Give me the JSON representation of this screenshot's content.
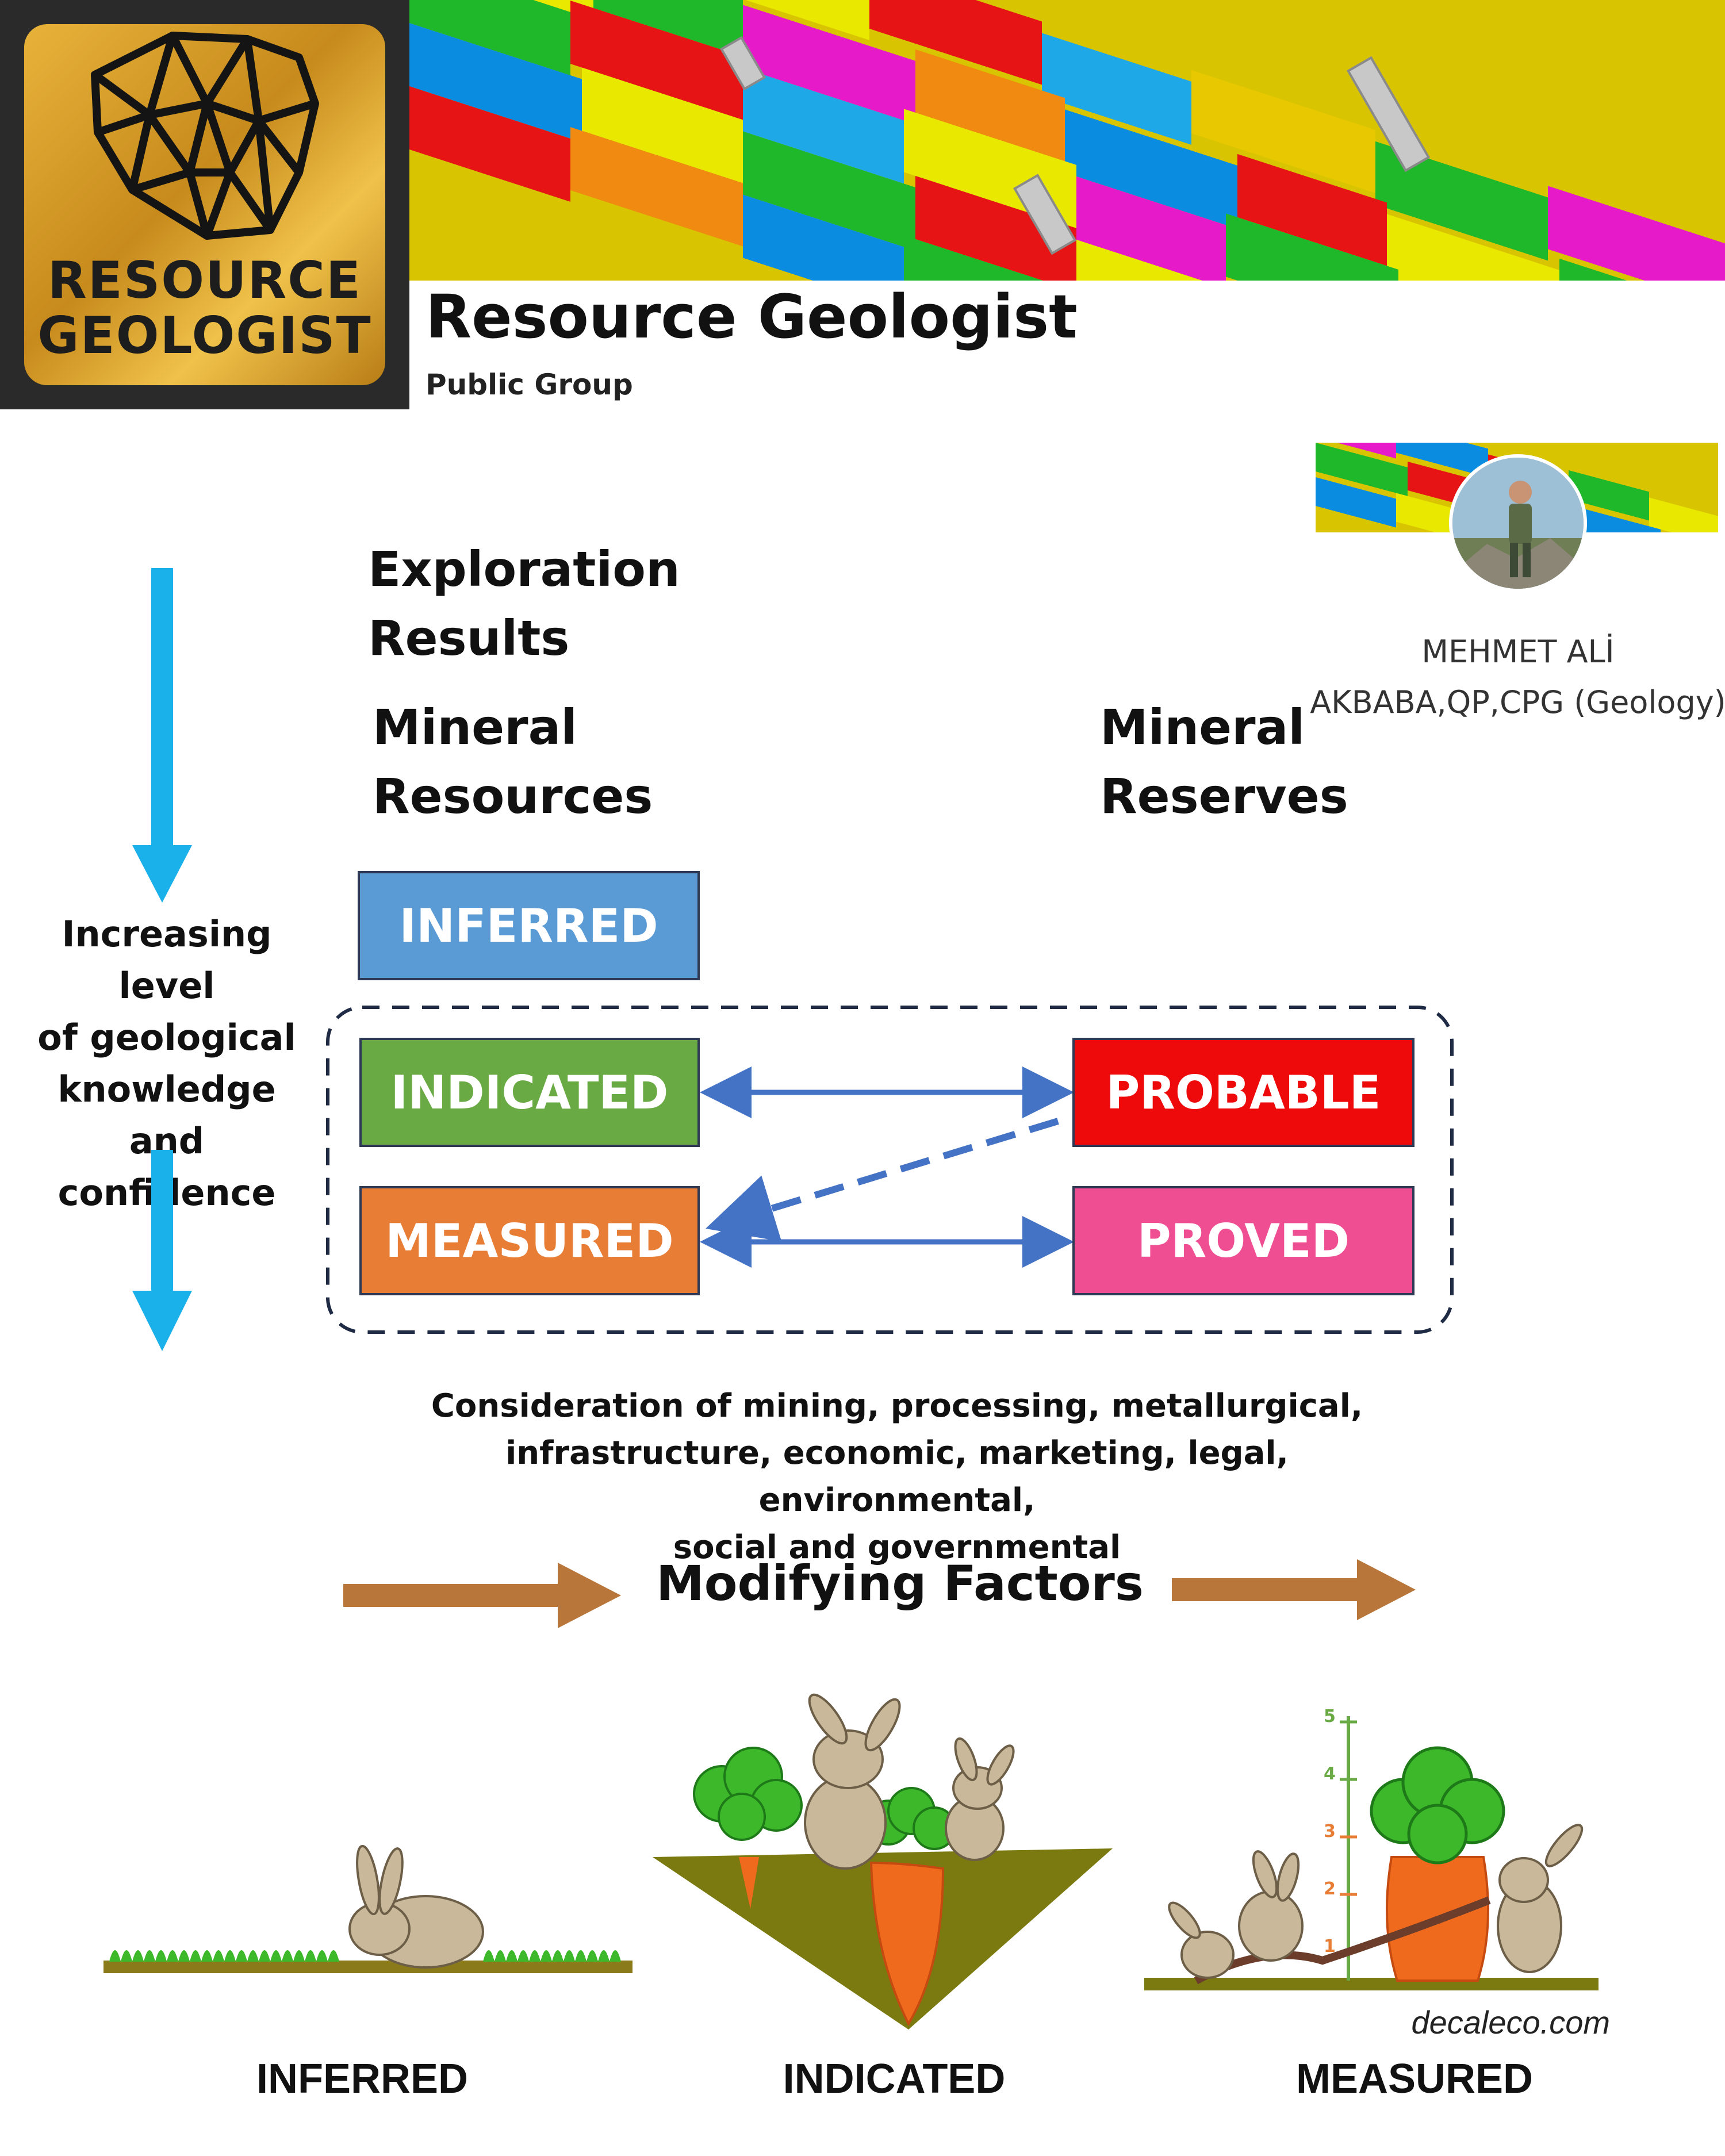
{
  "header": {
    "logo_line1": "RESOURCE",
    "logo_line2": "GEOLOGIST",
    "group_title": "Resource Geologist",
    "group_subtitle": "Public Group"
  },
  "profile": {
    "name_line1": "MEHMET ALİ",
    "name_line2": "AKBABA,QP,CPG (Geology)"
  },
  "diagram": {
    "exploration_line1": "Exploration",
    "exploration_line2": "Results",
    "resources_line1": "Mineral",
    "resources_line2": "Resources",
    "reserves_line1": "Mineral",
    "reserves_line2": "Reserves",
    "side_label_line1": "Increasing level",
    "side_label_line2": "of geological",
    "side_label_line3": "knowledge",
    "side_label_line4": "and confidence",
    "box_inferred": "INFERRED",
    "box_indicated": "INDICATED",
    "box_measured": "MEASURED",
    "box_probable": "PROBABLE",
    "box_proved": "PROVED",
    "consider_line1": "Consideration of mining, processing, metallurgical,",
    "consider_line2": "infrastructure, economic, marketing, legal, environmental,",
    "consider_line3": "social and governmental",
    "modifying": "Modifying Factors"
  },
  "illustration": {
    "label_inferred": "INFERRED",
    "label_indicated": "INDICATED",
    "label_measured": "MEASURED",
    "credit": "decaleco.com",
    "scale_1": "1",
    "scale_2": "2",
    "scale_3": "3",
    "scale_4": "4",
    "scale_5": "5"
  },
  "colors": {
    "inferred": "#5b9bd5",
    "indicated": "#6aaa44",
    "measured": "#e87d36",
    "probable": "#ee0a0a",
    "proved": "#f04e93",
    "confidence_arrow": "#1ab0ea",
    "modifying_arrow": "#b8763a",
    "link_arrow": "#4472c4"
  }
}
